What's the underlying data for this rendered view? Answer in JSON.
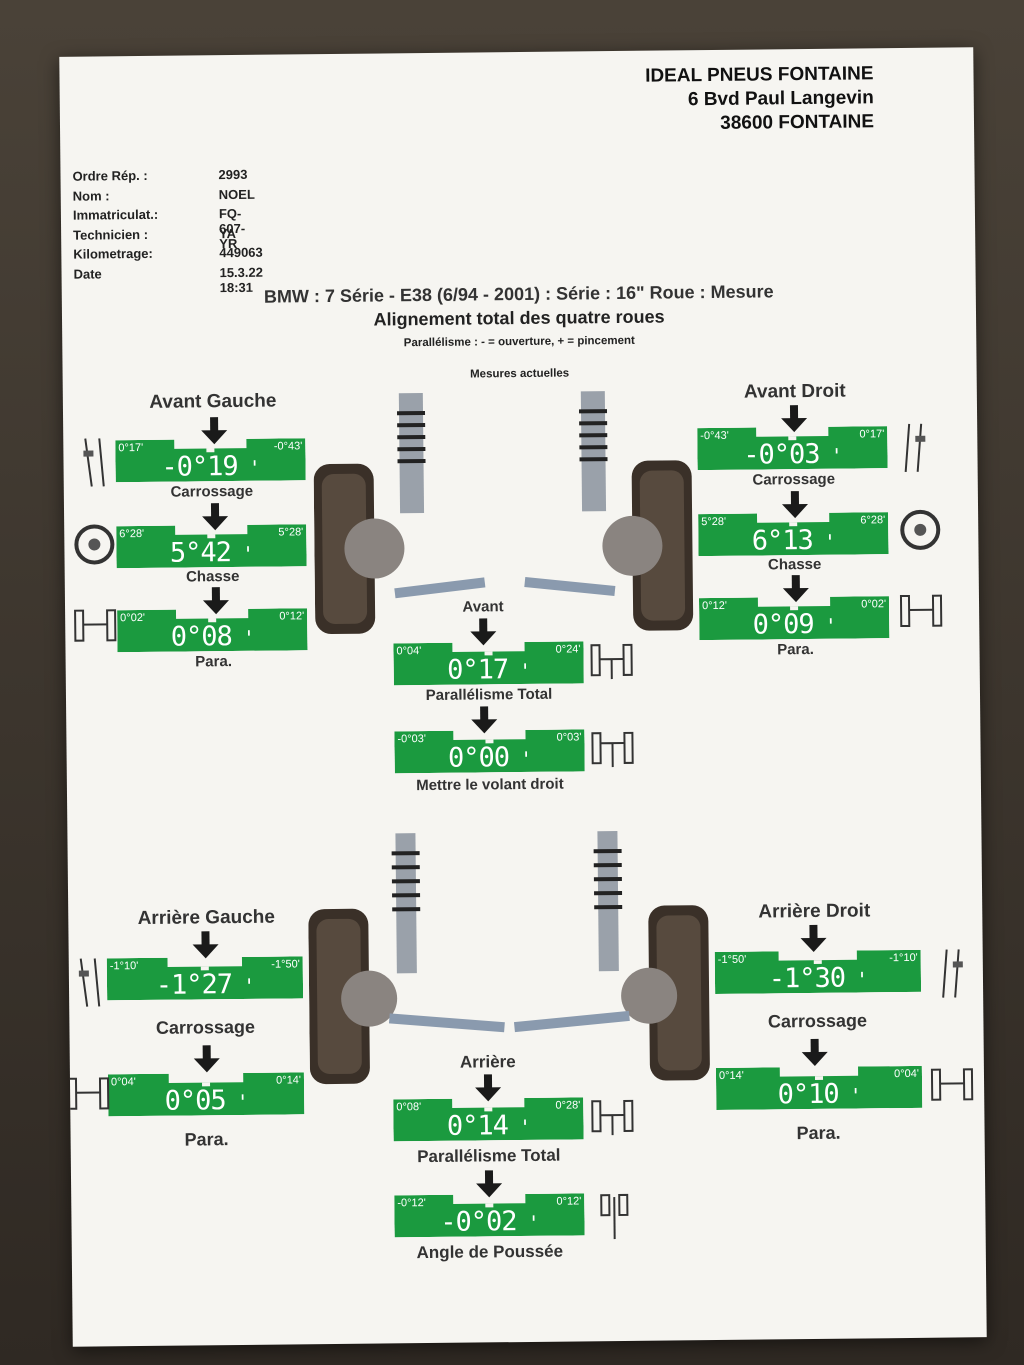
{
  "shop": {
    "name": "IDEAL PNEUS FONTAINE",
    "address1": "6 Bvd Paul Langevin",
    "address2": "38600 FONTAINE"
  },
  "info": [
    {
      "label": "Ordre Rép. :",
      "value": "2993"
    },
    {
      "label": "Nom :",
      "value": "NOEL"
    },
    {
      "label": "Immatriculat.:",
      "value": "FQ-607-YR"
    },
    {
      "label": "Technicien :",
      "value": "YA"
    },
    {
      "label": "Kilometrage:",
      "value": "449063"
    },
    {
      "label": "Date",
      "value": "15.3.22 18:31"
    }
  ],
  "vehicle": "BMW : 7 Série - E38 (6/94 - 2001) : Série : 16\" Roue : Mesure",
  "report_title": "Alignement total des quatre roues",
  "legend": "Parallélisme : - = ouverture, + = pincement",
  "measure_label": "Mesures actuelles",
  "front": {
    "left": {
      "title": "Avant Gauche",
      "carrossage": {
        "min": "0°17'",
        "max": "-0°43'",
        "value": "-0°19",
        "label": "Carrossage"
      },
      "chasse": {
        "min": "6°28'",
        "max": "5°28'",
        "value": "5°42",
        "label": "Chasse"
      },
      "para": {
        "min": "0°02'",
        "max": "0°12'",
        "value": "0°08",
        "label": "Para."
      }
    },
    "right": {
      "title": "Avant Droit",
      "carrossage": {
        "min": "-0°43'",
        "max": "0°17'",
        "value": "-0°03",
        "label": "Carrossage"
      },
      "chasse": {
        "min": "5°28'",
        "max": "6°28'",
        "value": "6°13",
        "label": "Chasse"
      },
      "para": {
        "min": "0°12'",
        "max": "0°02'",
        "value": "0°09",
        "label": "Para."
      }
    },
    "center": {
      "title": "Avant",
      "total": {
        "min": "0°04'",
        "max": "0°24'",
        "value": "0°17",
        "label": "Parallélisme Total"
      },
      "volant": {
        "min": "-0°03'",
        "max": "0°03'",
        "value": "0°00",
        "label": "Mettre le volant droit"
      }
    }
  },
  "rear": {
    "left": {
      "title": "Arrière Gauche",
      "carrossage": {
        "min": "-1°10'",
        "max": "-1°50'",
        "value": "-1°27",
        "label": "Carrossage"
      },
      "para": {
        "min": "0°04'",
        "max": "0°14'",
        "value": "0°05",
        "label": "Para."
      }
    },
    "right": {
      "title": "Arrière Droit",
      "carrossage": {
        "min": "-1°50'",
        "max": "-1°10'",
        "value": "-1°30",
        "label": "Carrossage"
      },
      "para": {
        "min": "0°14'",
        "max": "0°04'",
        "value": "0°10",
        "label": "Para."
      }
    },
    "center": {
      "title": "Arrière",
      "total": {
        "min": "0°08'",
        "max": "0°28'",
        "value": "0°14",
        "label": "Parallélisme Total"
      },
      "poussee": {
        "min": "-0°12'",
        "max": "0°12'",
        "value": "-0°02",
        "label": "Angle de Poussée"
      }
    }
  },
  "colors": {
    "gauge": "#1b9a3f",
    "paper": "#f6f5f1"
  }
}
